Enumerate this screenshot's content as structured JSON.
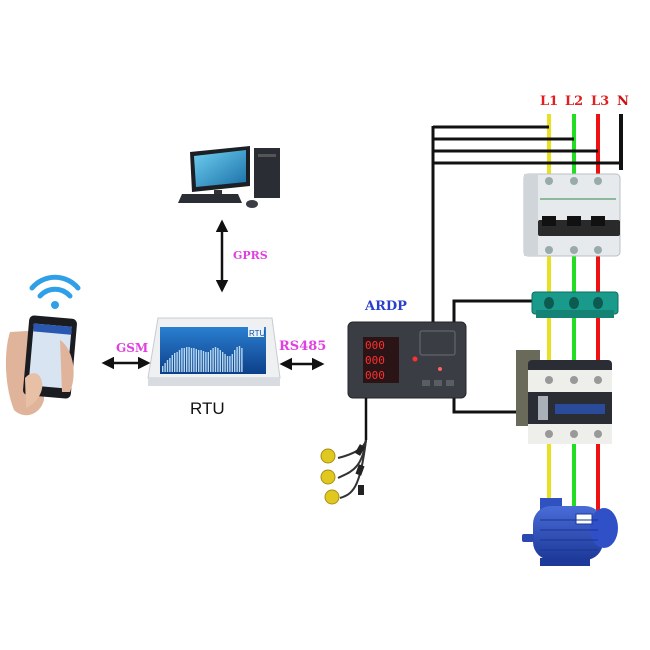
{
  "diagram": {
    "title": "RTU remote motor monitoring wiring diagram",
    "nodes": {
      "smartphone": {
        "label": "",
        "icon": "wifi-icon"
      },
      "computer": {
        "label": ""
      },
      "rtu": {
        "label": "RTU",
        "screen_badge": "RTU"
      },
      "ardp": {
        "label": "ARDP"
      },
      "breaker": {
        "label": ""
      },
      "busbar": {
        "label": ""
      },
      "contactor": {
        "label": ""
      },
      "motor": {
        "label": ""
      },
      "sensors": {
        "count": 3
      }
    },
    "links": {
      "gsm": {
        "label": "GSM",
        "from": "smartphone",
        "to": "rtu"
      },
      "gprs": {
        "label": "GPRS",
        "from": "computer",
        "to": "rtu"
      },
      "rs485": {
        "label": "RS485",
        "from": "rtu",
        "to": "ardp"
      }
    },
    "phases": [
      {
        "label": "L1",
        "color": "#e8e020"
      },
      {
        "label": "L2",
        "color": "#22dd22"
      },
      {
        "label": "L3",
        "color": "#ee1111"
      },
      {
        "label": "N",
        "color": "#111111"
      }
    ],
    "colors": {
      "link_label": "#e040e0",
      "ardp_label": "#2b3fcf",
      "phase_label": "#e02020",
      "neutral_label": "#cc1010",
      "wire": "#111111"
    }
  }
}
